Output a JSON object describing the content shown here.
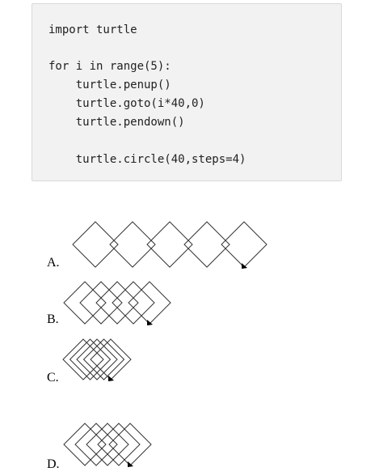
{
  "code": {
    "lines": [
      "import turtle",
      "",
      "for i in range(5):",
      "    turtle.penup()",
      "    turtle.goto(i*40,0)",
      "    turtle.pendown()",
      "",
      "    turtle.circle(40,steps=4)"
    ]
  },
  "options": [
    {
      "label": "A."
    },
    {
      "label": "B."
    },
    {
      "label": "C."
    },
    {
      "label": "D."
    }
  ]
}
